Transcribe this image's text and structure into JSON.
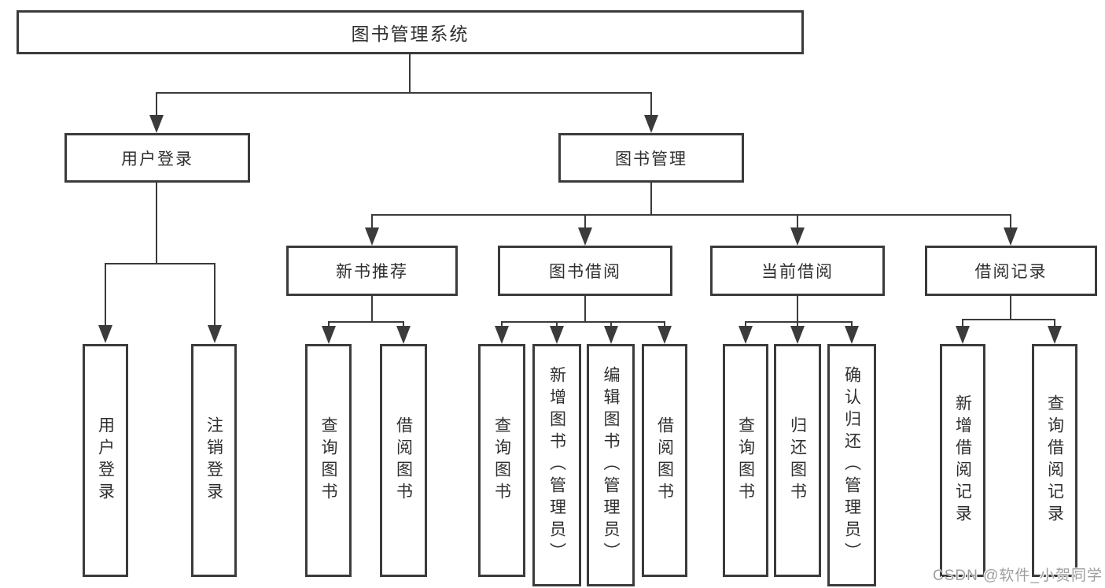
{
  "diagram": {
    "tree": {
      "label": "图书管理系统",
      "children": [
        {
          "label": "用户登录",
          "children": [
            {
              "label": "用户登录"
            },
            {
              "label": "注销登录"
            }
          ]
        },
        {
          "label": "图书管理",
          "children": [
            {
              "label": "新书推荐",
              "children": [
                {
                  "label": "查询图书"
                },
                {
                  "label": "借阅图书"
                }
              ]
            },
            {
              "label": "图书借阅",
              "children": [
                {
                  "label": "查询图书"
                },
                {
                  "label": "新增图书（管理员）"
                },
                {
                  "label": "编辑图书（管理员）"
                },
                {
                  "label": "借阅图书"
                }
              ]
            },
            {
              "label": "当前借阅",
              "children": [
                {
                  "label": "查询图书"
                },
                {
                  "label": "归还图书"
                },
                {
                  "label": "确认归还（管理员）"
                }
              ]
            },
            {
              "label": "借阅记录",
              "children": [
                {
                  "label": "新增借阅记录"
                },
                {
                  "label": "查询借阅记录"
                }
              ]
            }
          ]
        }
      ]
    },
    "colors": {
      "line": "#3b3b3b",
      "text": "#2f2f2f",
      "background": "#ffffff",
      "watermark": "#9e9e9e"
    }
  },
  "watermark": {
    "text": "CSDN @软件_小贺同学"
  }
}
